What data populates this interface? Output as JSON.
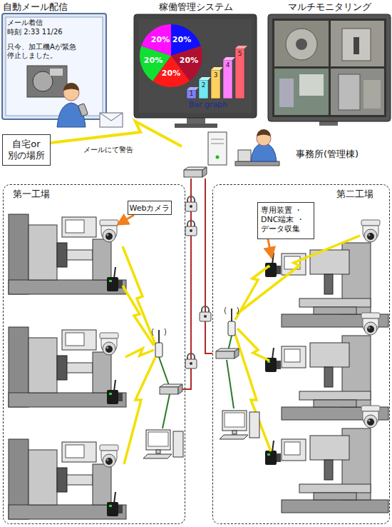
{
  "diagram": {
    "nodes": [
      {
        "text": [
          "自動メール配信",
          "メール着信",
          "時刻 2:33 11/26",
          "只今、加工機Aが緊急停止しました。"
        ]
      },
      {
        "text": [
          "稼働管理システム"
        ]
      },
      {
        "text": [
          "マルチモニタリング"
        ]
      },
      {
        "text": [
          "自宅or 別の場所"
        ]
      },
      {
        "text": [
          "事務所(管理棟)"
        ]
      },
      {
        "text": [
          "第一工場"
        ]
      },
      {
        "text": [
          "第二工場"
        ]
      },
      {
        "text": [
          "Webカメラ"
        ],
        "in": 5
      },
      {
        "text": [
          "専用装置 ・DNC端末 ・データ収集"
        ],
        "in": 6
      }
    ],
    "edges": [
      {
        "from": 4,
        "to": 3,
        "arrow": "none",
        "label": "メールにて警告"
      },
      {
        "from": 4,
        "to": 5,
        "arrow": "none"
      },
      {
        "from": 4,
        "to": 6,
        "arrow": "none"
      }
    ],
    "labels": [
      "20%",
      "20%",
      "20%",
      "20%",
      "20%",
      "1",
      "2",
      "3",
      "4",
      "5",
      "Bar graph"
    ]
  }
}
